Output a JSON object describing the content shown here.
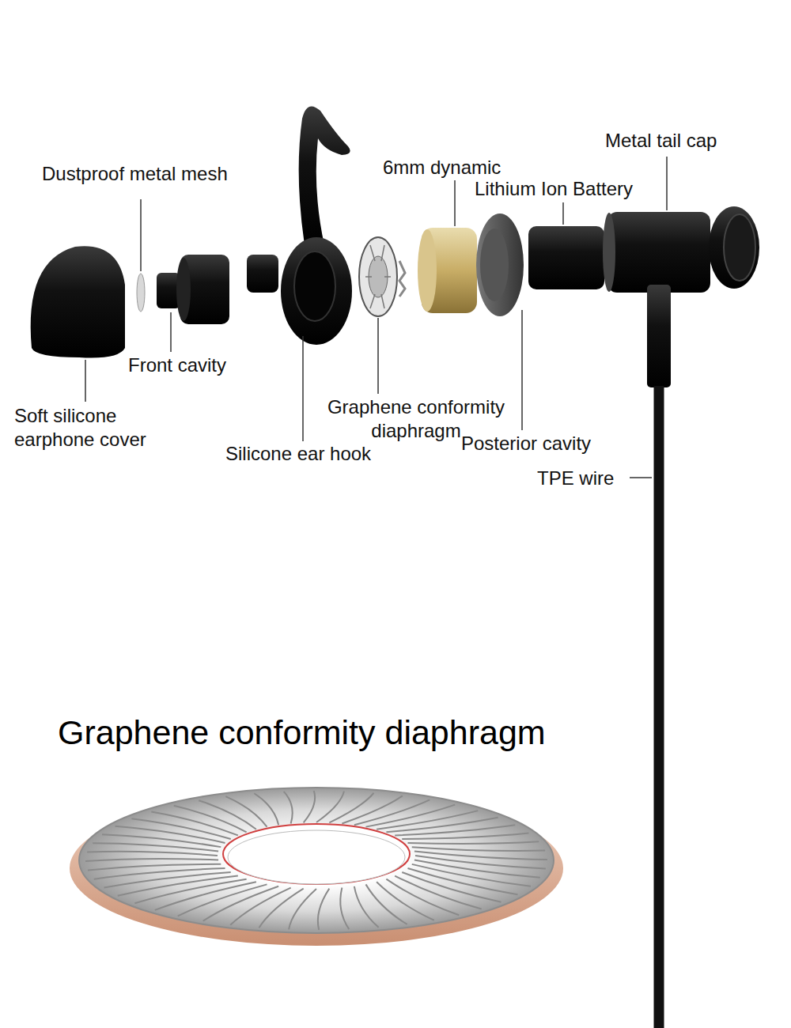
{
  "diagram": {
    "title": "Graphene conformity diaphragm",
    "labels": [
      "Metal tail cap",
      "Dustproof metal mesh",
      "6mm dynamic",
      "Lithium Ion Battery",
      "Front cavity",
      "Soft silicone earphone cover",
      "Graphene conformity diaphragm",
      "Silicone ear hook",
      "Posterior cavity",
      "TPE wire"
    ]
  }
}
